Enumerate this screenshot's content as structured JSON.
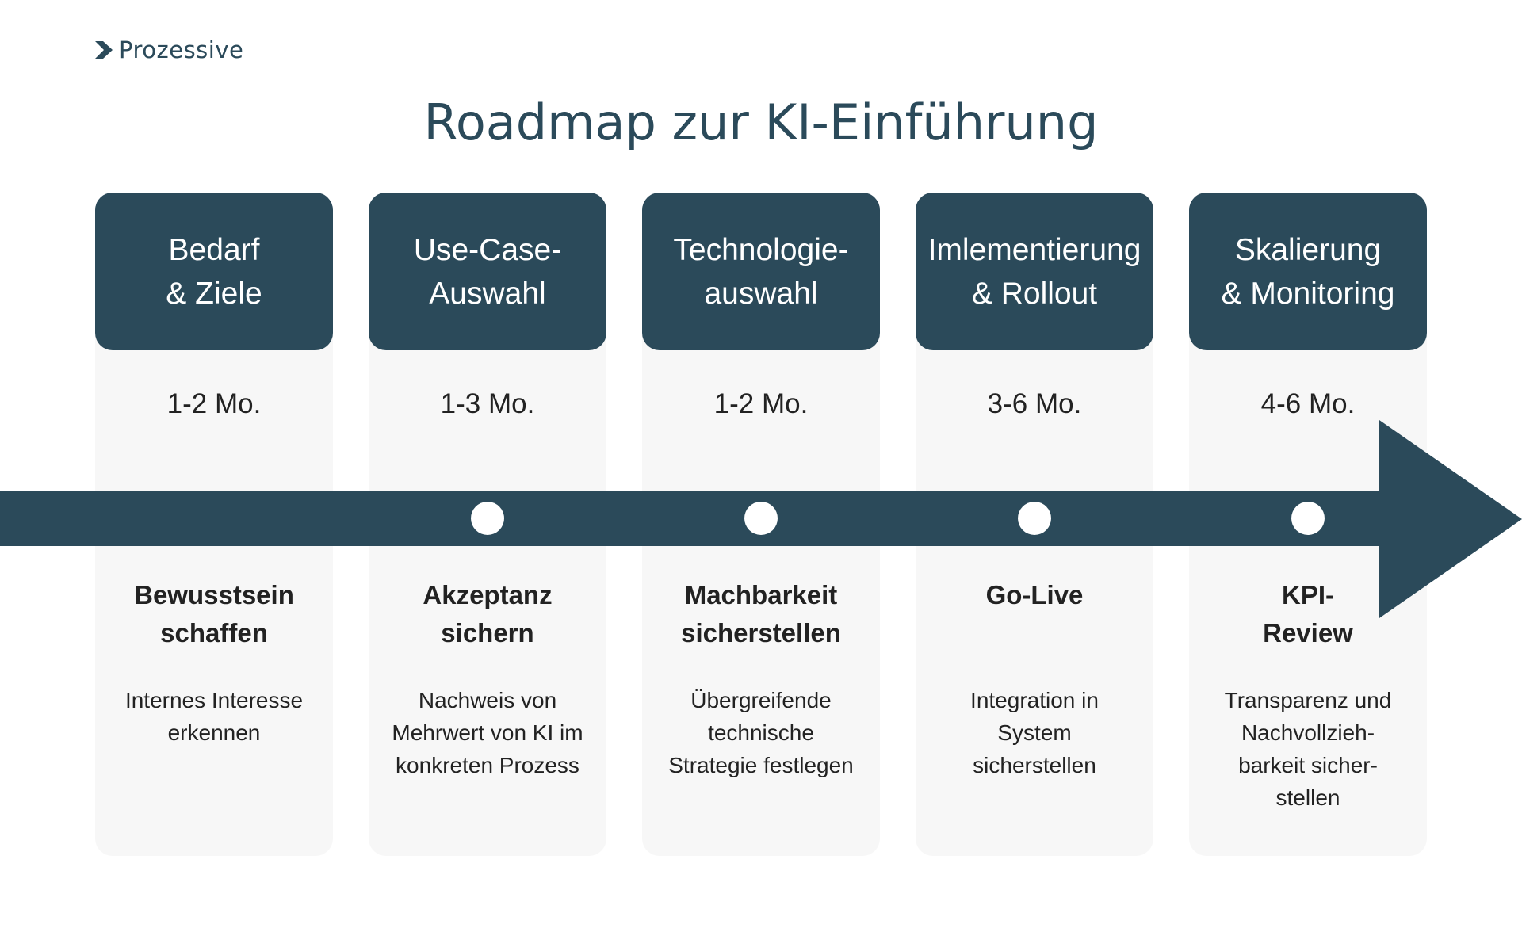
{
  "brand": {
    "name": "Prozessive",
    "icon": "chevron-right-icon",
    "color": "#2b4a5a"
  },
  "title": "Roadmap zur KI-Einführung",
  "colors": {
    "primary": "#2b4a5a",
    "card_background": "#f7f7f7",
    "marker": "#ffffff"
  },
  "phases": [
    {
      "title_lines": [
        "Bedarf",
        "& Ziele"
      ],
      "duration": "1-2 Mo.",
      "milestone_lines": [
        "Bewusstsein",
        "schaffen"
      ],
      "description_lines": [
        "Internes Interesse",
        "erkennen"
      ]
    },
    {
      "title_lines": [
        "Use-Case-",
        "Auswahl"
      ],
      "duration": "1-3 Mo.",
      "milestone_lines": [
        "Akzeptanz",
        "sichern"
      ],
      "description_lines": [
        "Nachweis von",
        "Mehrwert von KI im",
        "konkreten Prozess"
      ]
    },
    {
      "title_lines": [
        "Technologie-",
        "auswahl"
      ],
      "duration": "1-2 Mo.",
      "milestone_lines": [
        "Machbarkeit",
        "sicherstellen"
      ],
      "description_lines": [
        "Übergreifende",
        "technische",
        "Strategie festlegen"
      ]
    },
    {
      "title_lines": [
        "Imlementierung",
        "& Rollout"
      ],
      "duration": "3-6 Mo.",
      "milestone_lines": [
        "Go-Live"
      ],
      "description_lines": [
        "Integration in",
        "System",
        "sicherstellen"
      ]
    },
    {
      "title_lines": [
        "Skalierung",
        "& Monitoring"
      ],
      "duration": "4-6 Mo.",
      "milestone_lines": [
        "KPI-",
        "Review"
      ],
      "description_lines": [
        "Transparenz und",
        "Nachvollzieh-",
        "barkeit sicher-",
        "stellen"
      ]
    }
  ]
}
